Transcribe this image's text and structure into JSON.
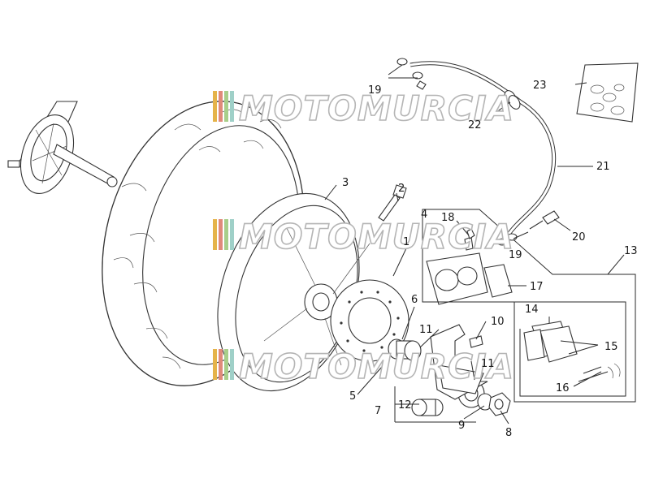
{
  "watermark": {
    "text": "MOTOMURCIA",
    "stripe_colors": [
      "#e5b34a",
      "#e08a7a",
      "#a8cf8a",
      "#9fd0c8"
    ]
  },
  "callouts": [
    "1",
    "2",
    "3",
    "4",
    "5",
    "6",
    "7",
    "8",
    "9",
    "10",
    "11",
    "11",
    "12",
    "13",
    "14",
    "15",
    "16",
    "17",
    "18",
    "19",
    "19",
    "20",
    "21",
    "22",
    "23"
  ]
}
